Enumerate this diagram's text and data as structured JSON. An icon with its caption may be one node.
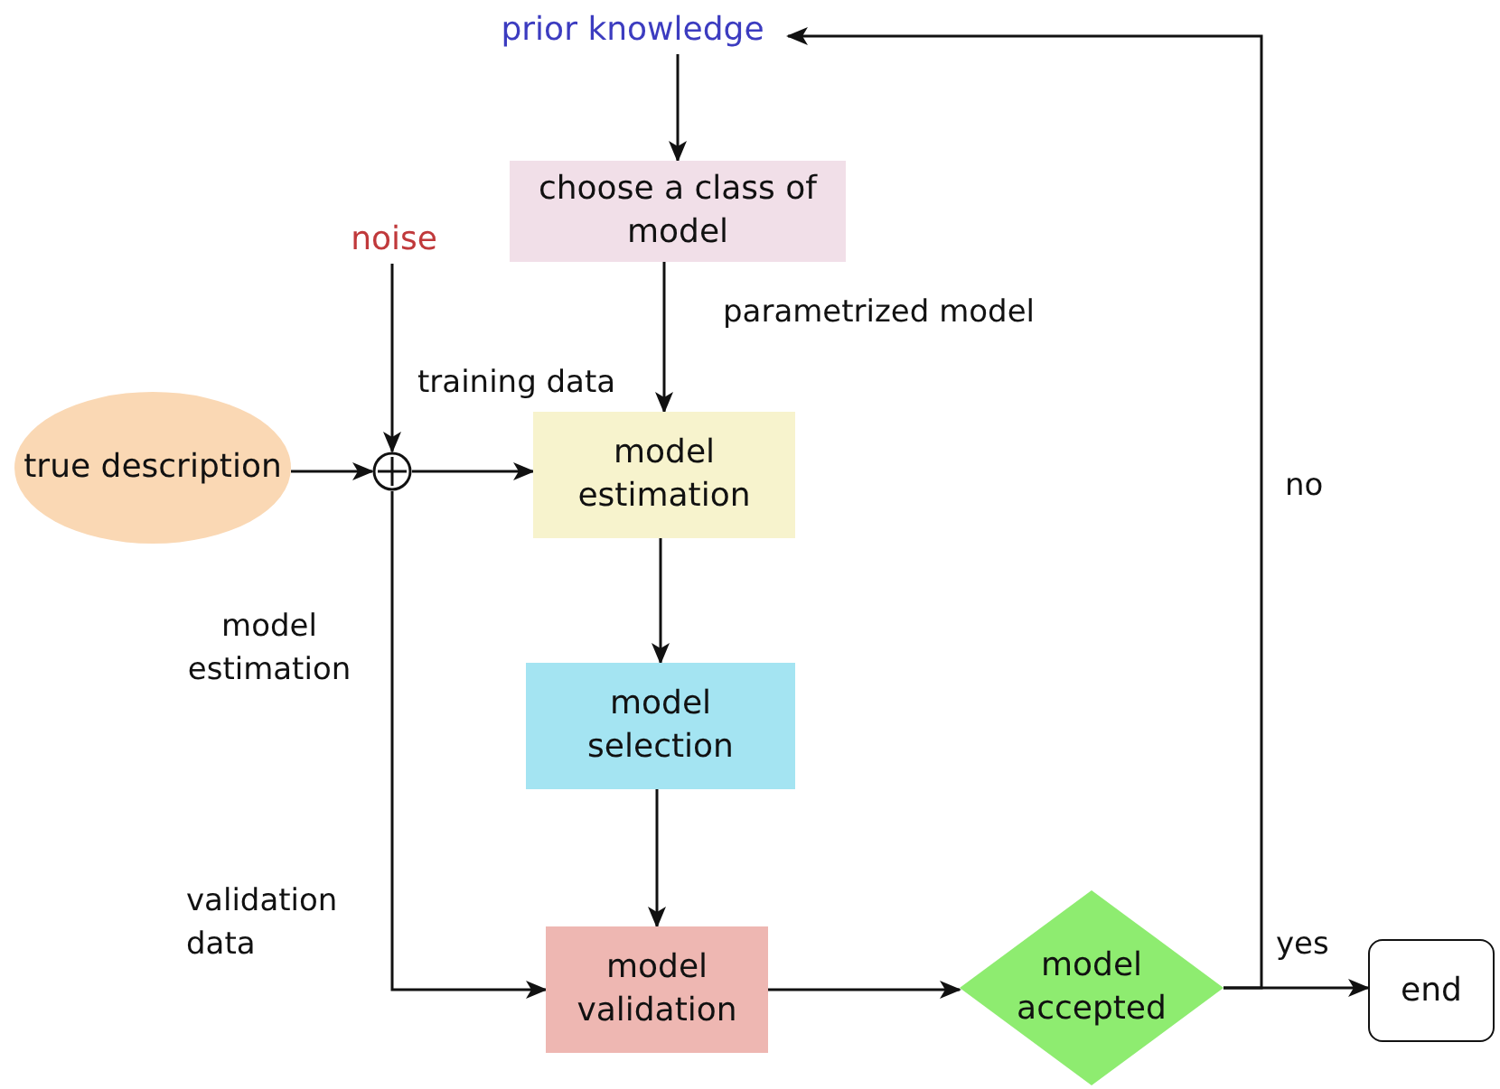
{
  "diagram": {
    "nodes": [
      {
        "text": [
          "prior knowledge"
        ]
      },
      {
        "text": [
          "noise"
        ]
      },
      {
        "text": [
          "choose a class of model"
        ]
      },
      {
        "text": [
          "true description"
        ]
      },
      {
        "text": [],
        "shape": "circle"
      },
      {
        "text": [
          "model estimation"
        ]
      },
      {
        "text": [
          "model selection"
        ]
      },
      {
        "text": [
          "model validation"
        ]
      },
      {
        "text": [
          "model accepted"
        ]
      },
      {
        "text": [
          "end"
        ]
      }
    ],
    "edges": [
      {
        "from": 0,
        "to": 2,
        "arrow": "to"
      },
      {
        "from": 1,
        "to": 4,
        "arrow": "to"
      },
      {
        "from": 2,
        "to": 5,
        "arrow": "to"
      },
      {
        "from": 3,
        "to": 4,
        "arrow": "to"
      },
      {
        "from": 4,
        "to": 5,
        "arrow": "to"
      },
      {
        "from": 4,
        "to": 7,
        "arrow": "to"
      },
      {
        "from": 5,
        "to": 6,
        "arrow": "to"
      },
      {
        "from": 6,
        "to": 7,
        "arrow": "to"
      },
      {
        "from": 7,
        "to": 8,
        "arrow": "to"
      },
      {
        "from": 8,
        "to": 9,
        "arrow": "to",
        "label": "yes"
      },
      {
        "from": 8,
        "to": 0,
        "arrow": "to",
        "label": "no"
      }
    ],
    "labels": [
      "parametrized model",
      "training data",
      "model estimation",
      "validation data"
    ]
  }
}
